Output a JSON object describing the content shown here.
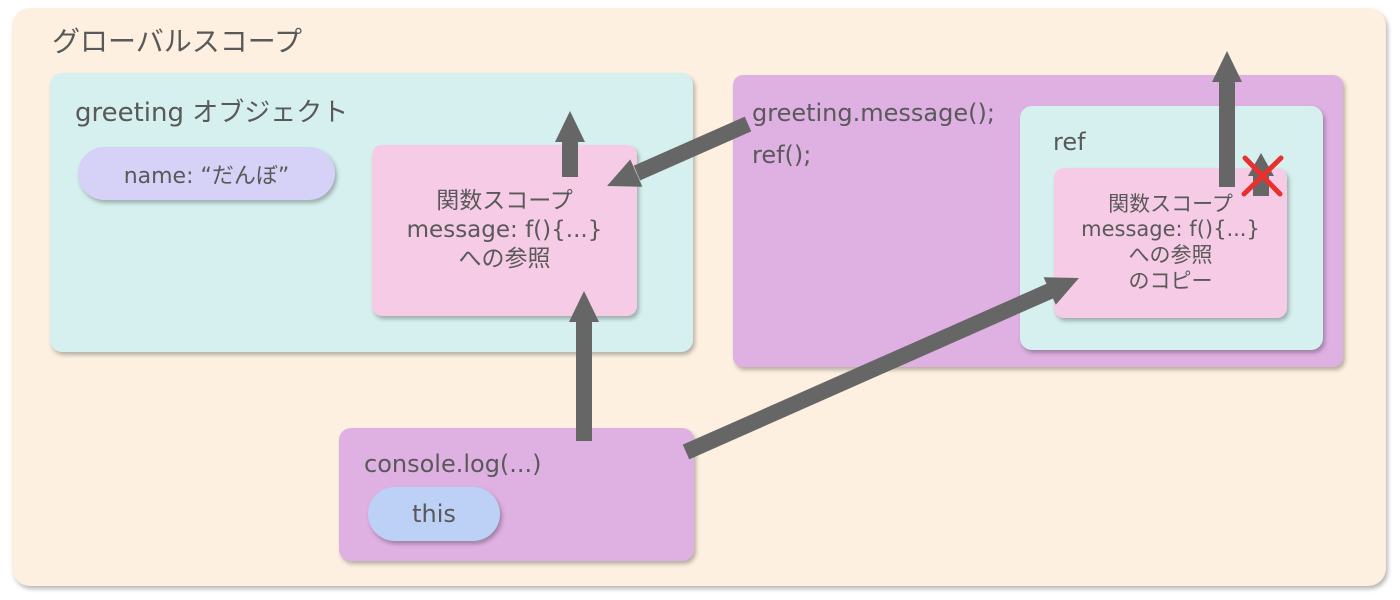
{
  "global_scope": {
    "title": "グローバルスコープ"
  },
  "greeting_object": {
    "title": "greeting オブジェクト",
    "name_property": "name: “だんぼ”",
    "function_scope": {
      "line1": "関数スコープ",
      "line2": "message: f(){...}",
      "line3": "への参照"
    }
  },
  "call_context": {
    "line1": "greeting.message();",
    "line2": "ref();",
    "ref": {
      "title": "ref",
      "function_scope_copy": {
        "line1": "関数スコープ",
        "line2": "message: f(){...}",
        "line3": "への参照",
        "line4": "のコピー"
      }
    }
  },
  "console": {
    "title": "console.log(...)",
    "this_label": "this"
  },
  "icons": {
    "blocked_marker": "cross-mark-icon",
    "connector": "arrow-icon"
  },
  "colors": {
    "global_scope_bg": "#fdf0e1",
    "object_bg": "#d6f0ef",
    "function_scope_bg": "#f6cbe6",
    "call_context_bg": "#dfb1e3",
    "name_pill_bg": "#d6d2f7",
    "this_pill_bg": "#bdd0f6",
    "arrow": "#666666",
    "cross_mark": "#e8302c",
    "text": "#595959"
  }
}
